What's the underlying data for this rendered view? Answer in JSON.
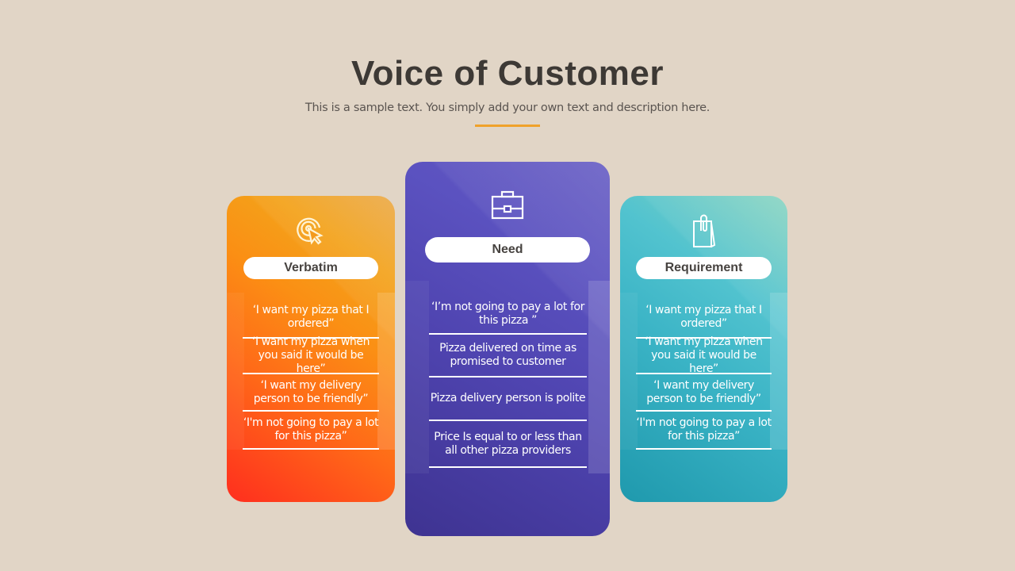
{
  "header": {
    "title": "Voice of Customer",
    "subtitle": "This is a sample text. You simply add your own text and description here.",
    "accent_color": "#f0a22a"
  },
  "cards": [
    {
      "id": "verbatim",
      "icon": "target-click-icon",
      "label": "Verbatim",
      "gradient": [
        "#ff2e1e",
        "#f3a21a"
      ],
      "items": [
        "‘I want my pizza that I ordered”",
        "‘I want my pizza when you said it would be here”",
        "‘I want my delivery person to be friendly”",
        "‘I'm not going to pay a lot for this pizza”"
      ]
    },
    {
      "id": "need",
      "icon": "briefcase-icon",
      "label": "Need",
      "gradient": [
        "#3e3391",
        "#6359c2"
      ],
      "items": [
        "‘I’m not  going to pay a lot for this pizza ”",
        "Pizza delivered on time as promised to customer",
        "Pizza delivery person is polite",
        "Price Is equal to or less than all other pizza providers"
      ]
    },
    {
      "id": "requirement",
      "icon": "clipped-document-icon",
      "label": "Requirement",
      "gradient": [
        "#1f99ad",
        "#86d3bf"
      ],
      "items": [
        "‘I want my pizza that I ordered”",
        "‘I want my pizza when you said it would be here”",
        "‘I want my delivery person to be friendly”",
        "‘I'm not going to pay a lot for this pizza”"
      ]
    }
  ]
}
